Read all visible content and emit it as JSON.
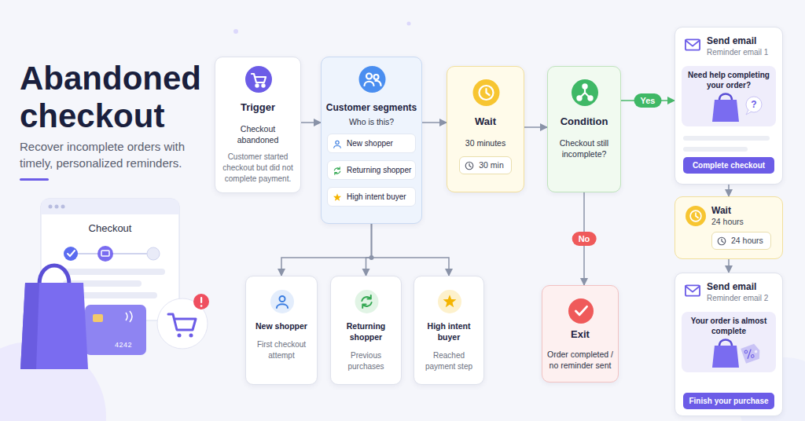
{
  "diagram": {
    "title": "Abandoned checkout",
    "caption": "Recover incomplete orders with timely, personalized reminders.",
    "nodes": [
      {
        "text": [
          "Trigger",
          "Checkout abandoned",
          "Customer started checkout but did not complete payment."
        ]
      },
      {
        "text": [
          "Customer segments",
          "Who is this?"
        ]
      },
      {
        "text": [
          "New shopper"
        ],
        "in": 1
      },
      {
        "text": [
          "Returning shopper"
        ],
        "in": 1
      },
      {
        "text": [
          "High intent buyer"
        ],
        "in": 1
      },
      {
        "text": [
          "Wait",
          "30 minutes"
        ]
      },
      {
        "text": [
          "30 min"
        ],
        "in": 5
      },
      {
        "text": [
          "Condition",
          "Checkout still incomplete?"
        ]
      },
      {
        "text": [
          "Send email",
          "Reminder email 1"
        ]
      },
      {
        "text": [
          "Need help completing your order?"
        ],
        "in": 8
      },
      {
        "text": [
          "Complete checkout"
        ],
        "in": 8
      },
      {
        "text": [
          "Wait",
          "24 hours"
        ]
      },
      {
        "text": [
          "24 hours"
        ],
        "in": 11
      },
      {
        "text": [
          "Send email",
          "Reminder email 2"
        ]
      },
      {
        "text": [
          "Your order is almost complete"
        ],
        "in": 13
      },
      {
        "text": [
          "Finish your purchase"
        ],
        "in": 13
      },
      {
        "text": [
          "New shopper",
          "First checkout attempt"
        ]
      },
      {
        "text": [
          "Returning shopper",
          "Previous purchases"
        ]
      },
      {
        "text": [
          "High intent buyer",
          "Reached payment step"
        ]
      },
      {
        "text": [
          "Exit",
          "Order completed / no reminder sent"
        ]
      }
    ],
    "edges": [
      {
        "from": 0,
        "to": 1,
        "arrow": "to"
      },
      {
        "from": 1,
        "to": 5,
        "arrow": "to"
      },
      {
        "from": 5,
        "to": 7,
        "arrow": "to"
      },
      {
        "from": 7,
        "to": 8,
        "label": "Yes",
        "arrow": "to"
      },
      {
        "from": 8,
        "to": 11,
        "arrow": "to"
      },
      {
        "from": 11,
        "to": 13,
        "arrow": "to"
      },
      {
        "from": 7,
        "to": 19,
        "label": "No",
        "arrow": "to"
      },
      {
        "from": 1,
        "to": 16,
        "arrow": "to"
      },
      {
        "from": 1,
        "to": 17,
        "arrow": "to"
      },
      {
        "from": 1,
        "to": 18,
        "arrow": "to"
      }
    ],
    "labels": [
      "Checkout",
      "4242",
      "?"
    ]
  }
}
